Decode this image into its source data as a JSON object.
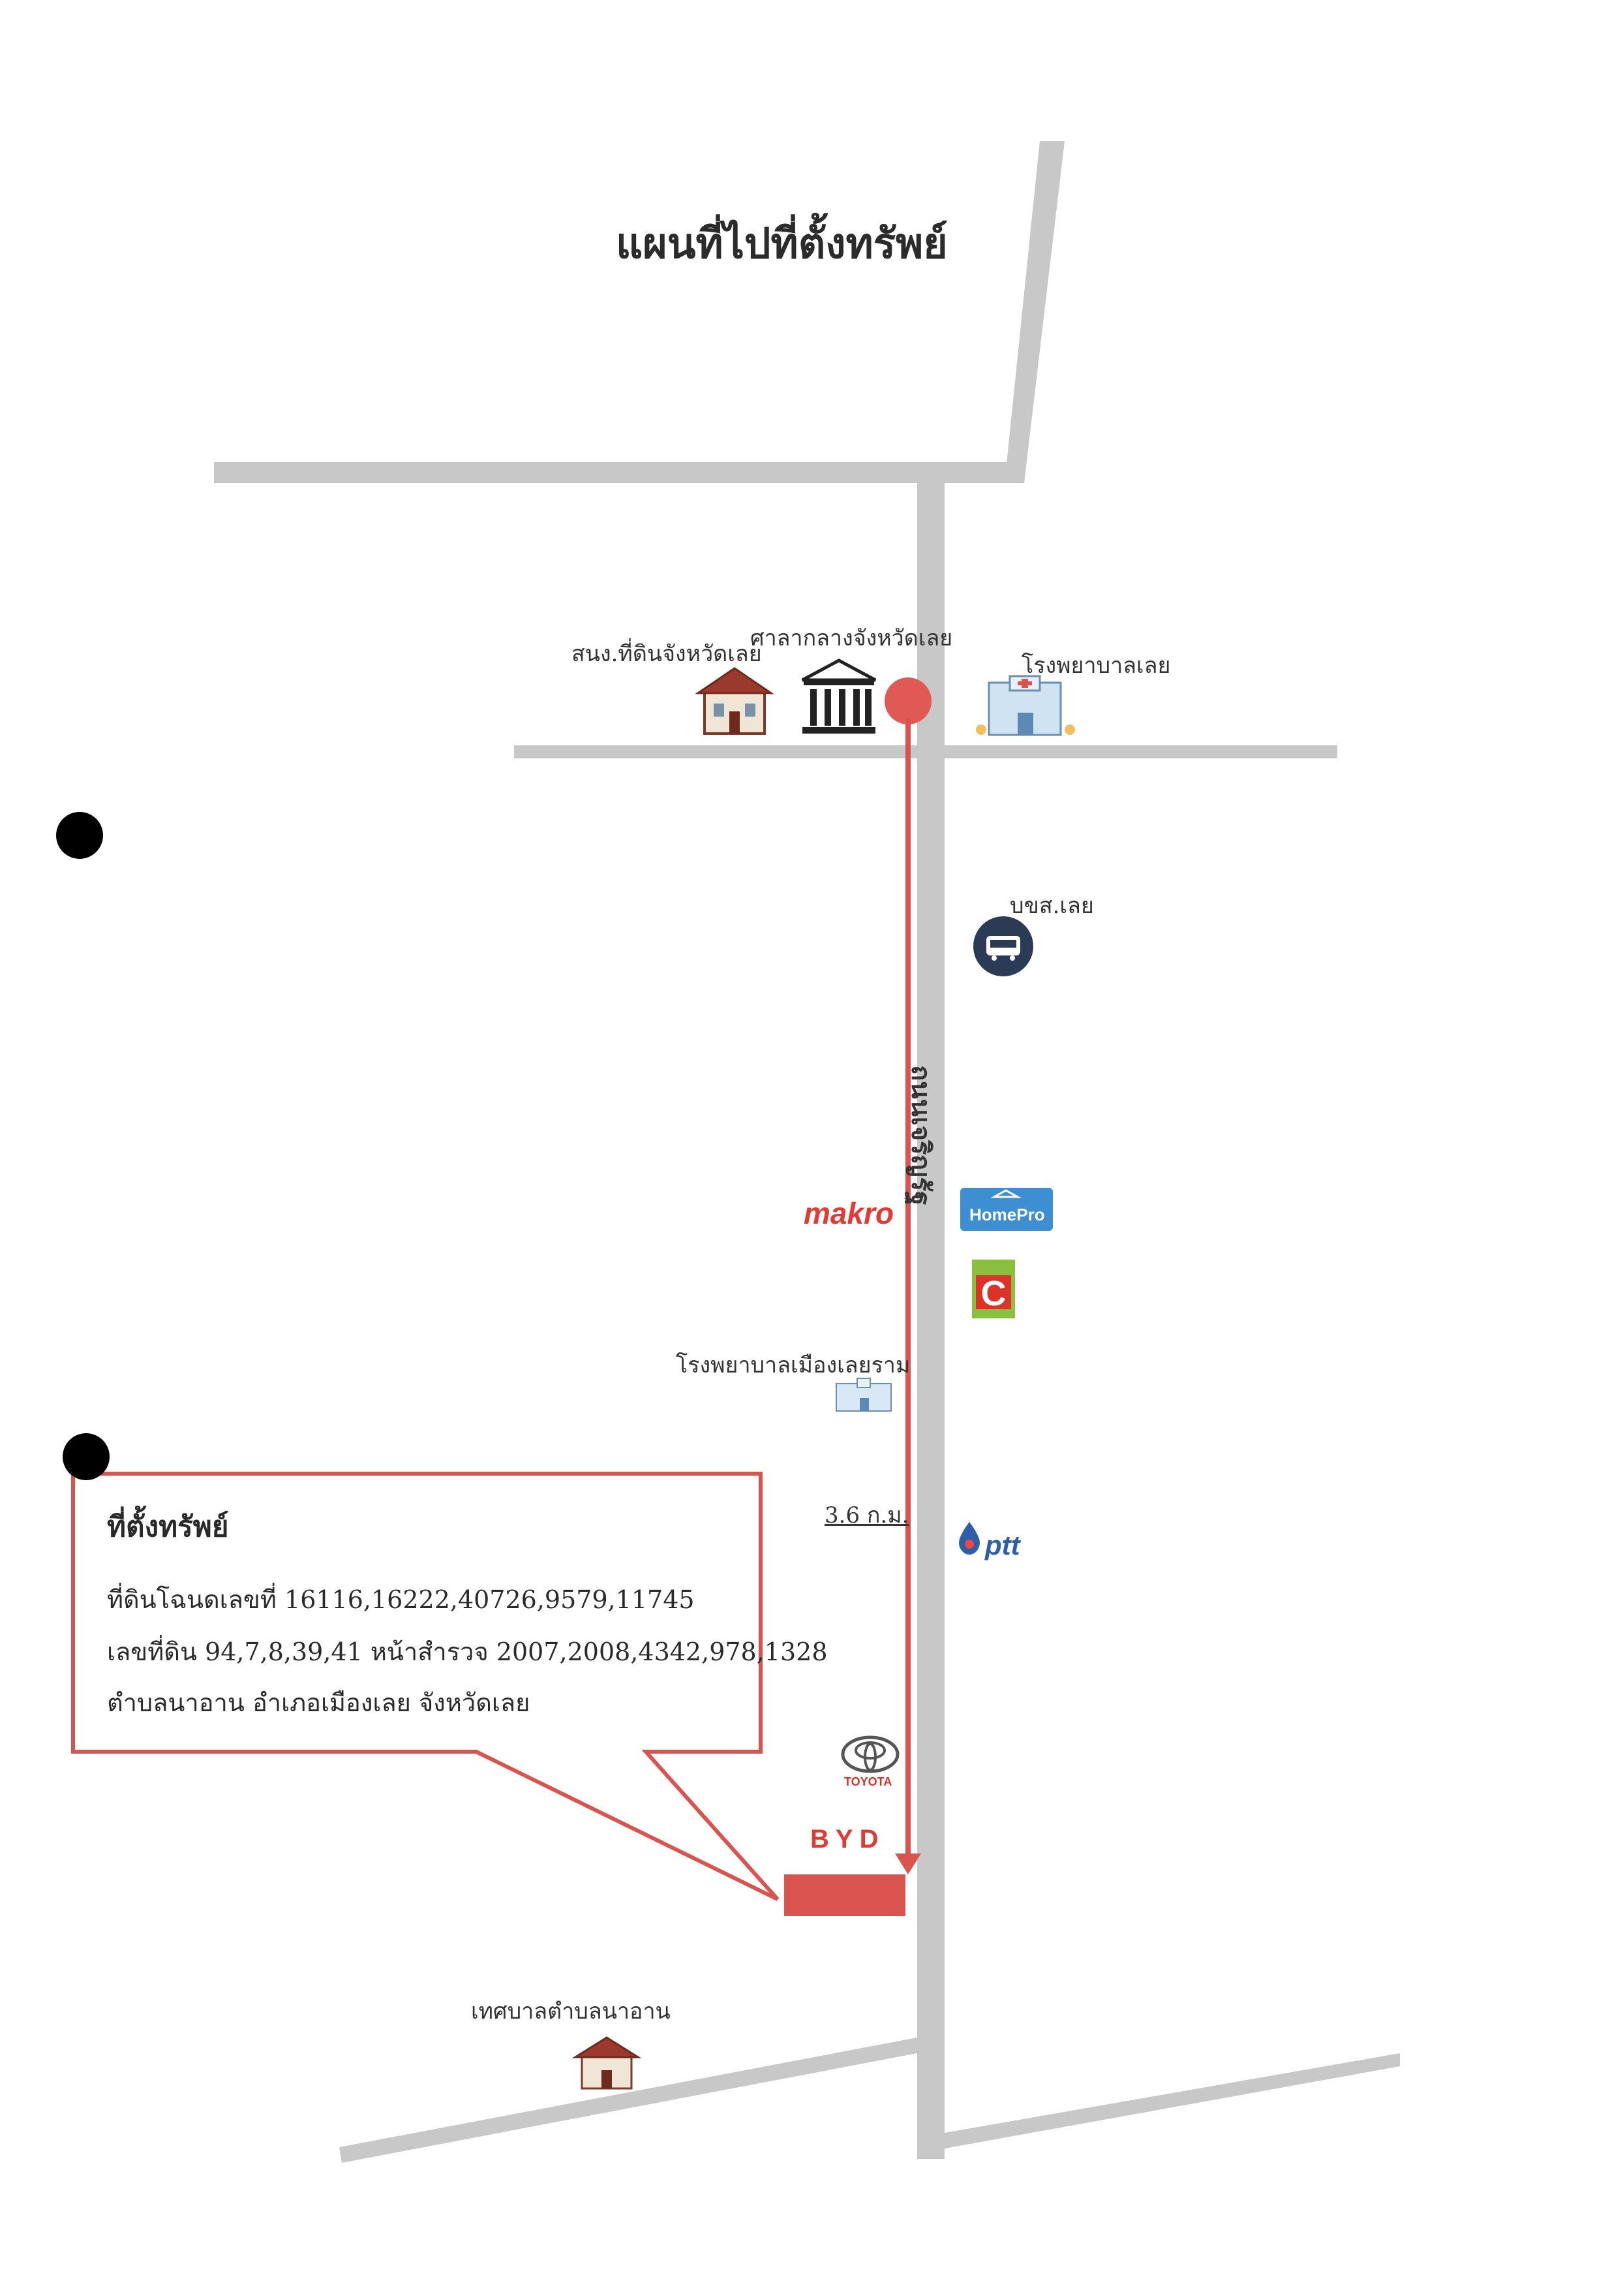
{
  "title": "แผนที่ไปที่ตั้งทรัพย์",
  "road_name": "ถนนเจริญรัฐ",
  "distance": "3.6 ก.ม.",
  "landmarks": {
    "land_office": "สนง.ที่ดินจังหวัดเลย",
    "court": "ศาลากลางจังหวัดเลย",
    "hospital_loei": "โรงพยาบาลเลย",
    "bus_terminal": "บขส.เลย",
    "hospital_ram": "โรงพยาบาลเมืองเลยราม",
    "municipality": "เทศบาลตำบลนาอาน"
  },
  "brands": {
    "makro": "makro",
    "homepro": "HomePro",
    "bigc": "Big C",
    "ptt": "ptt",
    "toyota": "TOYOTA",
    "byd": "BYD"
  },
  "info": {
    "heading": "ที่ตั้งทรัพย์",
    "line1": "ที่ดินโฉนดเลขที่ 16116,16222,40726,9579,11745",
    "line2": "เลขที่ดิน 94,7,8,39,41 หน้าสำรวจ 2007,2008,4342,978,1328",
    "line3": "ตำบลนาอาน อำเภอเมืองเลย จังหวัดเลย"
  },
  "colors": {
    "road": "#c8c8c8",
    "route": "#d9534f",
    "property": "#d9534f",
    "bus_icon": "#2b3a55"
  }
}
